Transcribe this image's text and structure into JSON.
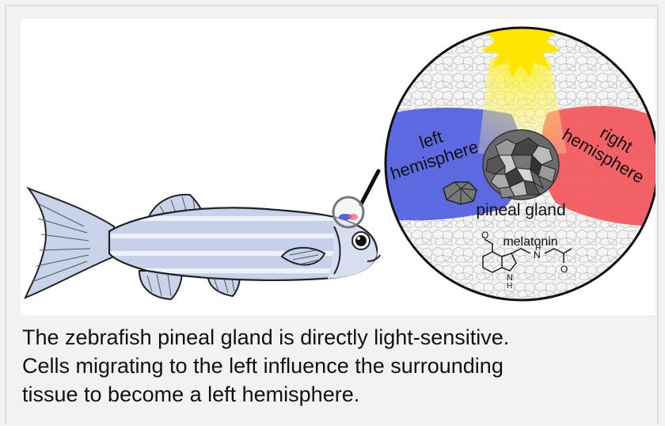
{
  "figure": {
    "labels": {
      "left_hemisphere": [
        "left",
        "hemisphere"
      ],
      "right_hemisphere": [
        "right",
        "hemisphere"
      ],
      "pineal_gland": "pineal gland",
      "melatonin": "melatonin",
      "atoms": {
        "oxygen_top": "O",
        "nitrogen_h": "H",
        "nitrogen_amide": "N",
        "oxygen_carbonyl": "O",
        "nitrogen_ring": "N",
        "ring_h": "H"
      }
    },
    "colors": {
      "left_hemisphere": "#5562e0",
      "right_hemisphere": "#f25a5e",
      "sun": "#ffe600",
      "light_beam": "#ffe94a",
      "fish_body": "#c7d3ea",
      "fish_stripe": "#e9eef8"
    },
    "icons": [
      "zebrafish",
      "magnifying-glass",
      "sun",
      "pineal-gland-cells",
      "melatonin-molecule"
    ]
  },
  "caption": {
    "lines": [
      "The zebrafish pineal gland is directly light-sensitive.",
      "Cells migrating to the left influence the surrounding",
      "tissue to become a left hemisphere."
    ]
  }
}
